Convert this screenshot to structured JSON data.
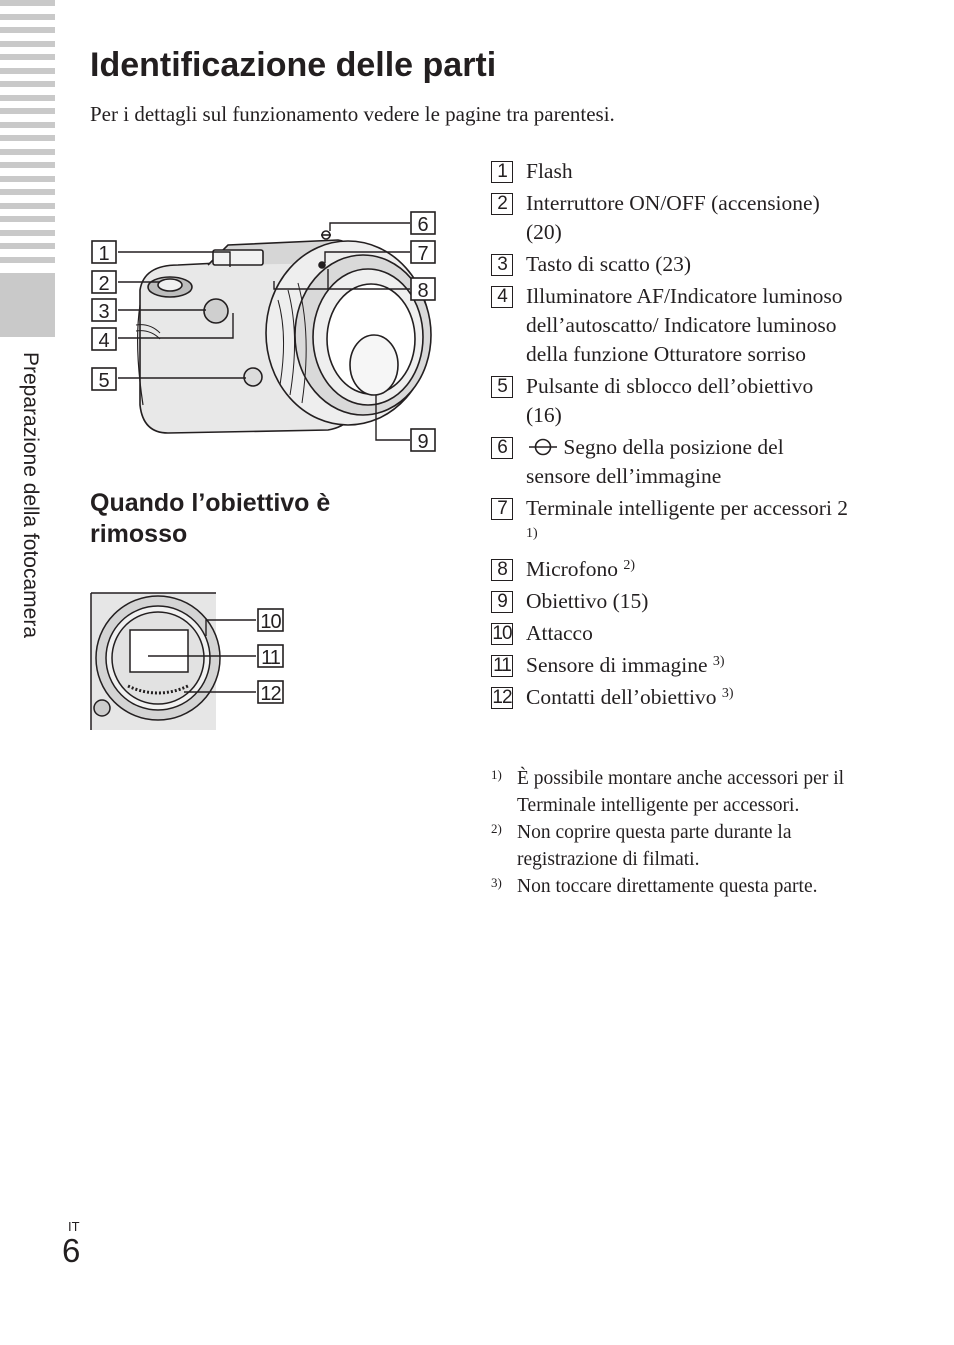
{
  "side_tab": {
    "label": "Preparazione della fotocamera"
  },
  "header": {
    "title": "Identificazione delle parti",
    "intro": "Per i dettagli sul funzionamento vedere le pagine tra parentesi."
  },
  "figure_front": {
    "callouts": [
      "1",
      "2",
      "3",
      "4",
      "5",
      "6",
      "7",
      "8",
      "9"
    ]
  },
  "subsection": {
    "title": "Quando l’obiettivo è rimosso"
  },
  "figure_mount": {
    "callouts": [
      "10",
      "11",
      "12"
    ]
  },
  "parts": [
    {
      "num": "1",
      "text": "Flash"
    },
    {
      "num": "2",
      "text": "Interruttore ON/OFF (accensione) (20)"
    },
    {
      "num": "3",
      "text": "Tasto di scatto (23)"
    },
    {
      "num": "4",
      "text": "Illuminatore AF/Indicatore luminoso dell’autoscatto/ Indicatore luminoso della funzione Otturatore sorriso"
    },
    {
      "num": "5",
      "text": "Pulsante di sblocco dell’obiettivo (16)"
    },
    {
      "num": "6",
      "text": "Segno della posizione del sensore dell’immagine",
      "icon": "image-sensor-position-icon"
    },
    {
      "num": "7",
      "text": "Terminale intelligente per accessori 2",
      "note": "1)"
    },
    {
      "num": "8",
      "text": "Microfono",
      "note": "2)"
    },
    {
      "num": "9",
      "text": "Obiettivo (15)"
    },
    {
      "num": "10",
      "text": "Attacco"
    },
    {
      "num": "11",
      "text": "Sensore di immagine",
      "note": "3)"
    },
    {
      "num": "12",
      "text": "Contatti dell’obiettivo",
      "note": "3)"
    }
  ],
  "notes": [
    {
      "mark": "1)",
      "text": "È possibile montare anche accessori per il Terminale intelligente per accessori."
    },
    {
      "mark": "2)",
      "text": "Non coprire questa parte durante la registrazione di filmati."
    },
    {
      "mark": "3)",
      "text": "Non toccare direttamente questa parte."
    }
  ],
  "footer": {
    "lang": "IT",
    "page": "6"
  }
}
